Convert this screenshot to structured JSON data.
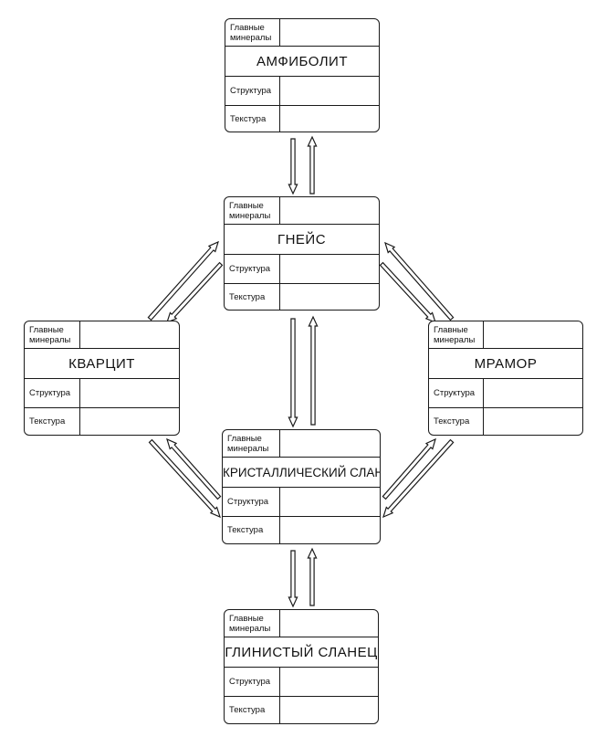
{
  "labels": {
    "minerals_line1": "Главные",
    "minerals_line2": "минералы",
    "structure": "Структура",
    "texture": "Текстура"
  },
  "rocks": {
    "amphibolite": "АМФИБОЛИТ",
    "gneiss": "ГНЕЙС",
    "quartzite": "КВАРЦИТ",
    "marble": "МРАМОР",
    "crystalline_schist": "КРИСТАЛЛИЧЕСКИЙ СЛАНЕЦ",
    "clay_shale": "ГЛИНИСТЫЙ СЛАНЕЦ"
  },
  "transitions": [
    {
      "from": "gneiss",
      "to": "amphibolite"
    },
    {
      "from": "amphibolite",
      "to": "gneiss"
    },
    {
      "from": "crystalline_schist",
      "to": "gneiss"
    },
    {
      "from": "gneiss",
      "to": "crystalline_schist"
    },
    {
      "from": "clay_shale",
      "to": "crystalline_schist"
    },
    {
      "from": "crystalline_schist",
      "to": "clay_shale"
    },
    {
      "from": "quartzite",
      "to": "gneiss"
    },
    {
      "from": "gneiss",
      "to": "quartzite"
    },
    {
      "from": "marble",
      "to": "gneiss"
    },
    {
      "from": "gneiss",
      "to": "marble"
    },
    {
      "from": "quartzite",
      "to": "crystalline_schist"
    },
    {
      "from": "crystalline_schist",
      "to": "quartzite"
    },
    {
      "from": "marble",
      "to": "crystalline_schist"
    },
    {
      "from": "crystalline_schist",
      "to": "marble"
    }
  ]
}
